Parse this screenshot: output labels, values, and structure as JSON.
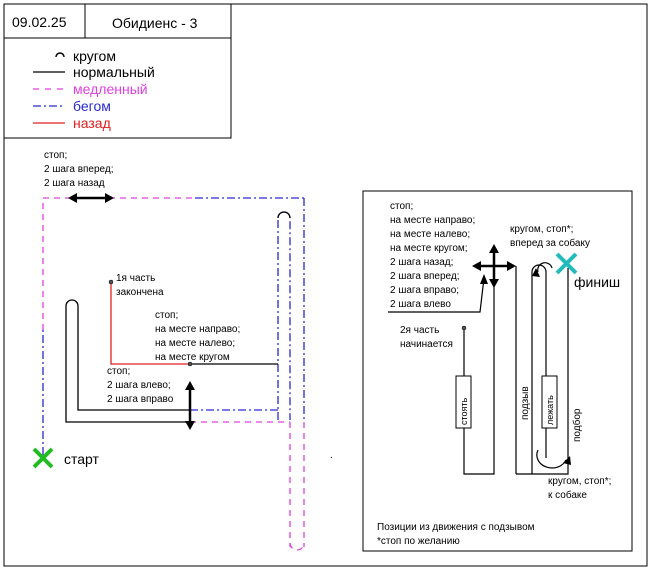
{
  "header": {
    "date": "09.02.25",
    "title": "Обидиенс - 3"
  },
  "legend": {
    "items": [
      {
        "style": "turn",
        "label": "кругом",
        "color": "#000000"
      },
      {
        "style": "solid",
        "label": "нормальный",
        "color": "#000000"
      },
      {
        "style": "dashed",
        "label": "медленный",
        "color": "#e040e0"
      },
      {
        "style": "dashdot",
        "label": "бегом",
        "color": "#2a2ad0"
      },
      {
        "style": "solid",
        "label": "назад",
        "color": "#e02020"
      }
    ]
  },
  "left_diagram": {
    "top_note": [
      "стоп;",
      "2 шага вперед;",
      "2 шага назад"
    ],
    "part1_end": [
      "1я часть",
      "закончена"
    ],
    "stop_block": [
      "стоп;",
      "на месте направо;",
      "на месте налево;",
      "на месте кругом"
    ],
    "side_steps": [
      "стоп;",
      "2 шага влево;",
      "2 шага вправо"
    ],
    "start_label": "старт"
  },
  "right_diagram": {
    "stop_block": [
      "стоп;",
      "на месте направо;",
      "на месте налево;",
      "на месте кругом;",
      "2 шага назад;",
      "2 шага вперед;",
      "2 шага вправо;",
      "2 шага влево"
    ],
    "turn_note": [
      "кругом, стоп*;",
      "вперед за собаку"
    ],
    "finish_label": "финиш",
    "part2_start": [
      "2я часть",
      "начинается"
    ],
    "pos_stand": "стоять",
    "pos_lie": "лежать",
    "call_label": "подзыв",
    "pickup_label": "подбор",
    "dog_note": [
      "кругом, стоп*;",
      "к собаке"
    ],
    "footer": [
      "Позиции из движения с подзывом",
      "*стоп по желанию"
    ]
  },
  "colors": {
    "normal": "#000000",
    "slow": "#e040e0",
    "run": "#2a2ad0",
    "back": "#e02020",
    "start": "#22bb22",
    "finish": "#22bbbb"
  }
}
